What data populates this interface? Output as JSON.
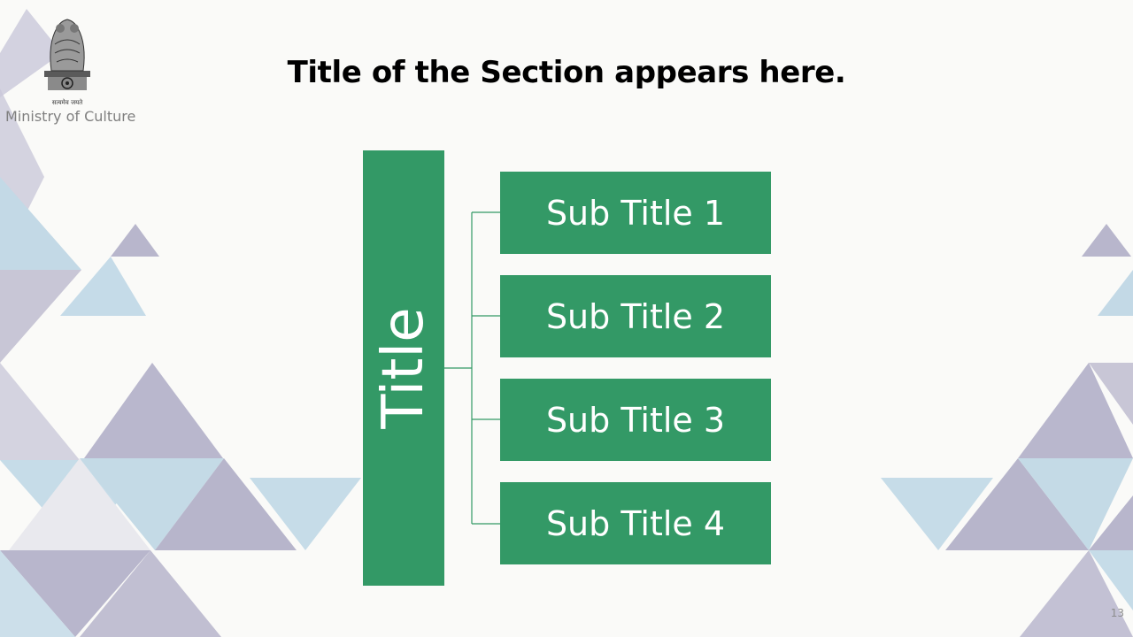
{
  "header": {
    "ministry_label": "Ministry of Culture",
    "emblem_motto": "सत्यमेव जयते",
    "section_title": "Title of the Section appears here."
  },
  "diagram": {
    "main_title": "Title",
    "subtitles": [
      "Sub Title 1",
      "Sub Title 2",
      "Sub Title 3",
      "Sub Title 4"
    ]
  },
  "footer": {
    "page_number": "13"
  },
  "colors": {
    "box_green": "#339966",
    "triangle_lavender": "#b8b6cc",
    "triangle_blue": "#c3d9e6"
  }
}
